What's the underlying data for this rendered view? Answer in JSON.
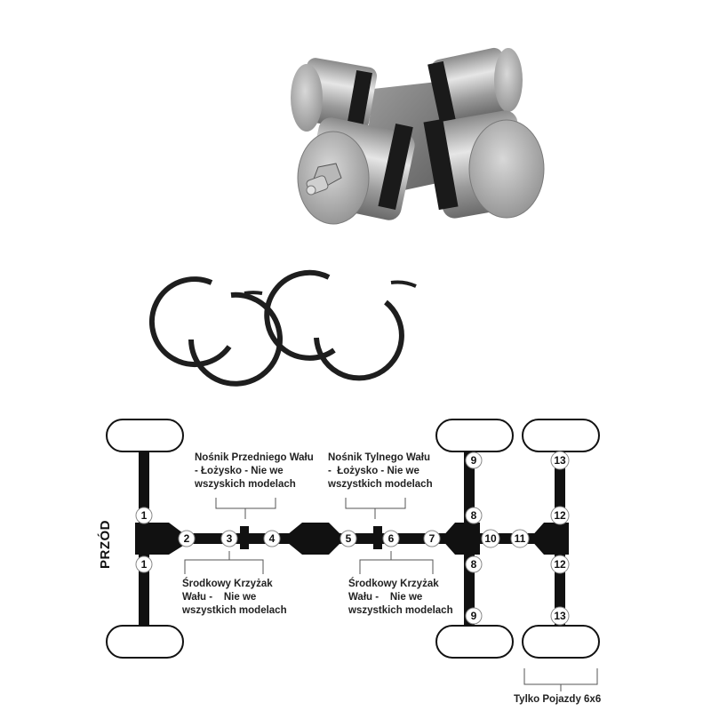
{
  "product": {
    "name": "universal-joint-cross-with-snap-rings",
    "components": [
      "cross-joint",
      "snap-ring",
      "snap-ring",
      "snap-ring",
      "snap-ring",
      "grease-nipple"
    ]
  },
  "diagram": {
    "front_label": "PRZÓD",
    "labels": {
      "front_carrier": "Nośnik Przedniego Wału\n- Łożysko - Nie we\nwszyskich modelach",
      "rear_carrier": "Nośnik Tylnego Wału\n-  Łożysko - Nie we\nwszystkich modelach",
      "center_joint_front": "Środkowy Krzyżak\nWału -    Nie we\nwszystkich modelach",
      "center_joint_rear": "Środkowy Krzyżak\nWału -    Nie we\nwszystkich modelach",
      "six_by_six": "Tylko Pojazdy 6x6"
    },
    "points": {
      "p1": "1",
      "p2": "2",
      "p3": "3",
      "p4": "4",
      "p5": "5",
      "p6": "6",
      "p7": "7",
      "p8": "8",
      "p9": "9",
      "p10": "10",
      "p11": "11",
      "p12": "12",
      "p13": "13"
    },
    "colors": {
      "ink": "#111111",
      "marker_fill": "#ffffff",
      "bracket": "#555555"
    }
  }
}
